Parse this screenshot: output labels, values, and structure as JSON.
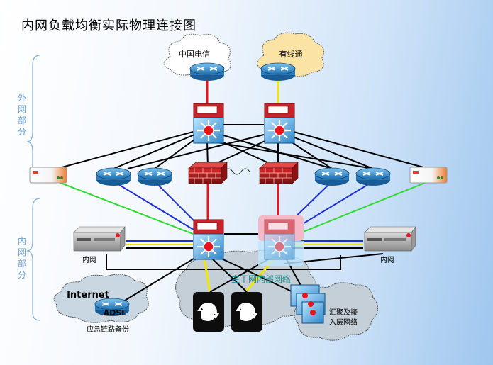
{
  "title": "内网负载均衡实际物理连接图",
  "zones": {
    "outer": "外网部分",
    "inner": "内网部分"
  },
  "clouds": {
    "isp1": "中国电信",
    "isp2": "有线通",
    "internet": "Internet",
    "core": "主干网内部网络",
    "access": "汇聚及接入层网络"
  },
  "devices": {
    "adsl": "ADSL",
    "intranet_left": "内网",
    "intranet_right": "内网"
  },
  "notes": {
    "backup": "应急链路备份"
  },
  "colors": {
    "red_link": "#e8141c",
    "yellow_link": "#f2e600",
    "blue_link": "#1f2fd6",
    "green_link": "#2fd92f",
    "black_link": "#000000"
  }
}
